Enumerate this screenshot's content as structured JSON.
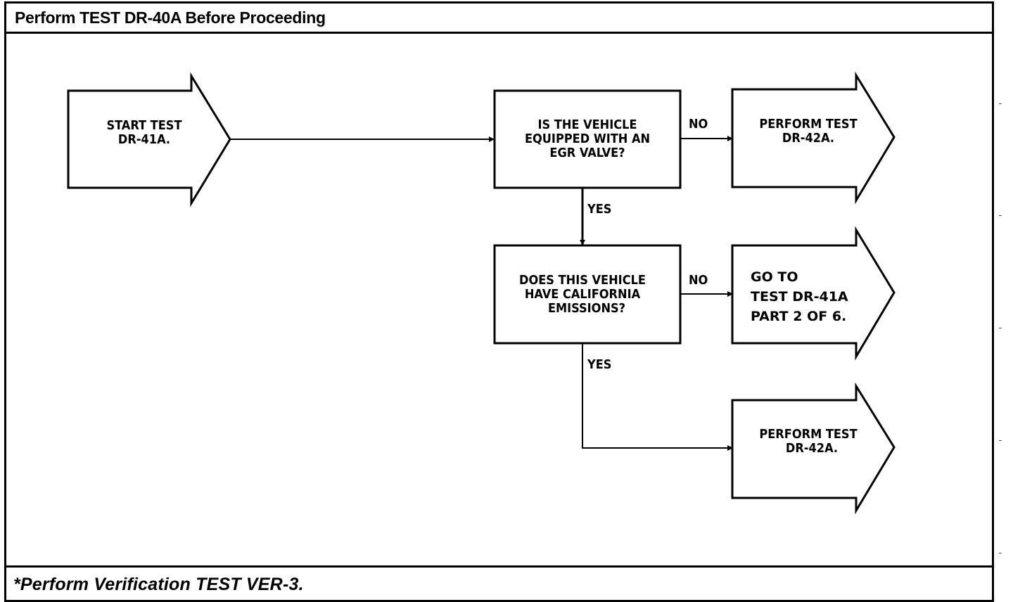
{
  "header": {
    "title": "Perform TEST DR-40A Before Proceeding"
  },
  "footer": {
    "note": "*Perform Verification TEST VER-3."
  },
  "flowchart": {
    "start": {
      "line1": "START TEST",
      "line2": "DR-41A."
    },
    "decision1": {
      "line1": "IS THE VEHICLE",
      "line2": "EQUIPPED WITH AN",
      "line3": "EGR VALVE?",
      "no_label": "NO",
      "yes_label": "YES"
    },
    "result1": {
      "line1": "PERFORM TEST",
      "line2": "DR-42A."
    },
    "decision2": {
      "line1": "DOES THIS VEHICLE",
      "line2": "HAVE CALIFORNIA",
      "line3": "EMISSIONS?",
      "no_label": "NO",
      "yes_label": "YES"
    },
    "result2": {
      "line1": "GO TO",
      "line2": "TEST DR-41A",
      "line3": "PART 2 OF 6."
    },
    "result3": {
      "line1": "PERFORM TEST",
      "line2": "DR-42A."
    }
  }
}
